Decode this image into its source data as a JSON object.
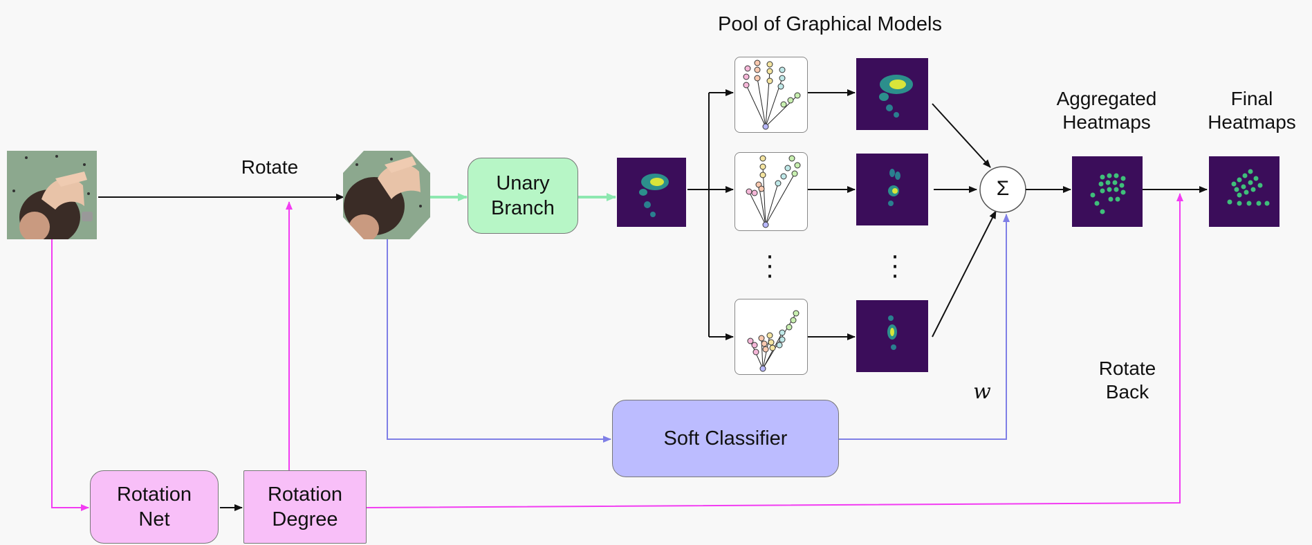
{
  "title": "Pool of Graphical Models",
  "labels": {
    "rotate": "Rotate",
    "aggregated": "Aggregated\nHeatmaps",
    "final": "Final\nHeatmaps",
    "rotate_back": "Rotate\nBack",
    "weight": "w",
    "sum": "Σ"
  },
  "boxes": {
    "unary": "Unary\nBranch",
    "soft_classifier": "Soft Classifier",
    "rotation_net": "Rotation\nNet",
    "rotation_degree": "Rotation\nDegree"
  },
  "colors": {
    "black_arrow": "#111111",
    "green_arrow": "#8de8b0",
    "blue_arrow": "#7f7fe6",
    "magenta_arrow": "#f23cf2",
    "heatmap_bg": "#3b0d5a"
  }
}
